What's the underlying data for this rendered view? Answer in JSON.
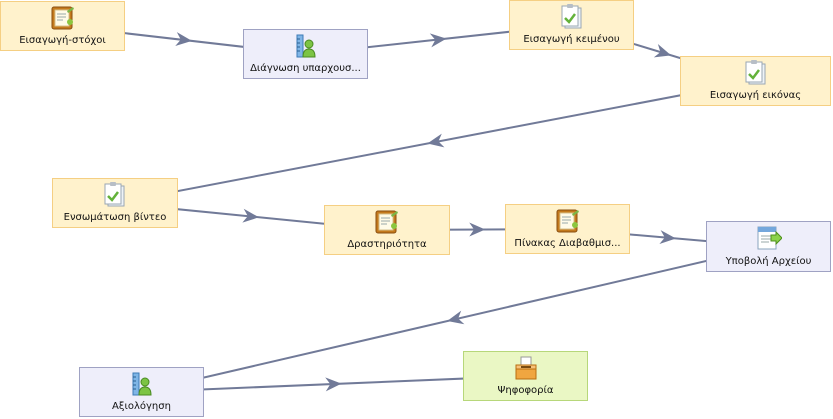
{
  "diagram": {
    "nodes": [
      {
        "id": "n1",
        "kind": "activity",
        "icon": "notepad-icon",
        "label": "Εισαγωγή-στόχοι"
      },
      {
        "id": "n2",
        "kind": "tool",
        "icon": "ruler-person-icon",
        "label": "Διάγνωση υπαρχουσ..."
      },
      {
        "id": "n3",
        "kind": "activity",
        "icon": "document-check-icon",
        "label": "Εισαγωγή κειμένου"
      },
      {
        "id": "n4",
        "kind": "activity",
        "icon": "document-check-icon",
        "label": "Εισαγωγή εικόνας"
      },
      {
        "id": "n5",
        "kind": "activity",
        "icon": "document-check-icon",
        "label": "Ενσωμάτωση βίντεο"
      },
      {
        "id": "n6",
        "kind": "activity",
        "icon": "notepad-icon",
        "label": "Δραστηριότητα"
      },
      {
        "id": "n7",
        "kind": "activity",
        "icon": "notepad-icon",
        "label": "Πίνακας Διαβαθμισ..."
      },
      {
        "id": "n8",
        "kind": "tool",
        "icon": "file-upload-icon",
        "label": "Υποβολή Αρχείου"
      },
      {
        "id": "n9",
        "kind": "tool",
        "icon": "ruler-person-icon",
        "label": "Αξιολόγηση"
      },
      {
        "id": "n10",
        "kind": "gate",
        "icon": "ballot-box-icon",
        "label": "Ψηφοφορία"
      }
    ],
    "edges": [
      {
        "from": "n1",
        "to": "n2"
      },
      {
        "from": "n2",
        "to": "n3"
      },
      {
        "from": "n3",
        "to": "n4"
      },
      {
        "from": "n4",
        "to": "n5"
      },
      {
        "from": "n5",
        "to": "n6"
      },
      {
        "from": "n6",
        "to": "n7"
      },
      {
        "from": "n7",
        "to": "n8"
      },
      {
        "from": "n8",
        "to": "n9"
      },
      {
        "from": "n9",
        "to": "n10"
      }
    ],
    "colors": {
      "edge": "#717a98",
      "activity_fill": "#fff2cc",
      "tool_fill": "#eeeefa",
      "gate_fill": "#eaf7c4"
    }
  }
}
